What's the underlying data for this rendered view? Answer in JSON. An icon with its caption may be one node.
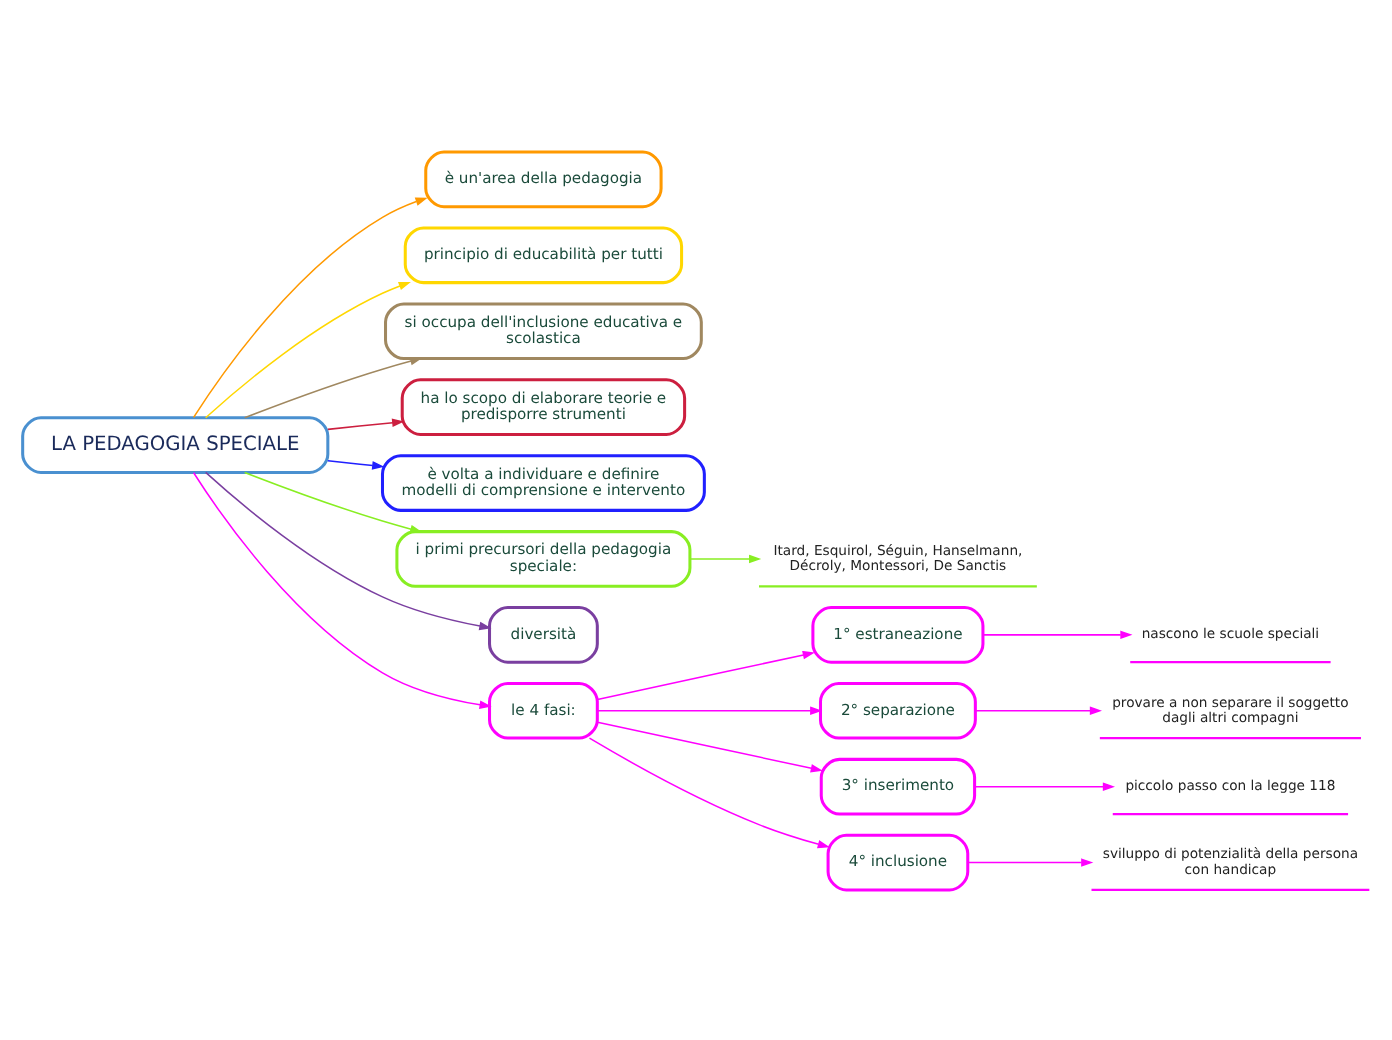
{
  "diagram": {
    "nodes": [
      {
        "text": [
          "LA PEDAGOGIA SPECIALE"
        ]
      },
      {
        "text": [
          "è un'area della pedagogia"
        ]
      },
      {
        "text": [
          "principio di educabilità per tutti"
        ]
      },
      {
        "text": [
          "si occupa dell'inclusione educativa e scolastica"
        ]
      },
      {
        "text": [
          "ha lo scopo di elaborare teorie e predisporre strumenti"
        ]
      },
      {
        "text": [
          "è volta a individuare e definire modelli di comprensione e intervento"
        ]
      },
      {
        "text": [
          "i primi precursori della pedagogia speciale:"
        ]
      },
      {
        "text": [
          "Itard, Esquirol, Séguin, Hanselmann, Décroly, Montessori, De Sanctis"
        ]
      },
      {
        "text": [
          "diversità"
        ]
      },
      {
        "text": [
          "le 4 fasi:"
        ]
      },
      {
        "text": [
          "1° estraneazione"
        ]
      },
      {
        "text": [
          "nascono le scuole speciali"
        ]
      },
      {
        "text": [
          "2° separazione"
        ]
      },
      {
        "text": [
          "provare a non separare il soggetto dagli altri compagni"
        ]
      },
      {
        "text": [
          "3° inserimento"
        ]
      },
      {
        "text": [
          "piccolo passo con la legge 118"
        ]
      },
      {
        "text": [
          "4° inclusione"
        ]
      },
      {
        "text": [
          "sviluppo di potenzialità della persona con handicap"
        ]
      }
    ],
    "edges": [
      {
        "from": 0,
        "to": 1,
        "arrow": "to",
        "color": "#ff9900"
      },
      {
        "from": 0,
        "to": 2,
        "arrow": "to",
        "color": "#ffd700"
      },
      {
        "from": 0,
        "to": 3,
        "arrow": "to",
        "color": "#a08860"
      },
      {
        "from": 0,
        "to": 4,
        "arrow": "to",
        "color": "#cc1f3f"
      },
      {
        "from": 0,
        "to": 5,
        "arrow": "to",
        "color": "#2020ff"
      },
      {
        "from": 0,
        "to": 6,
        "arrow": "to",
        "color": "#88ee22"
      },
      {
        "from": 6,
        "to": 7,
        "arrow": "to",
        "color": "#88ee22"
      },
      {
        "from": 0,
        "to": 8,
        "arrow": "to",
        "color": "#7a3fa0"
      },
      {
        "from": 0,
        "to": 9,
        "arrow": "to"
      },
      {
        "from": 9,
        "to": 10,
        "arrow": "to"
      },
      {
        "from": 10,
        "to": 11,
        "arrow": "to"
      },
      {
        "from": 9,
        "to": 12,
        "arrow": "to"
      },
      {
        "from": 12,
        "to": 13,
        "arrow": "to"
      },
      {
        "from": 9,
        "to": 14,
        "arrow": "to"
      },
      {
        "from": 14,
        "to": 15,
        "arrow": "to"
      },
      {
        "from": 9,
        "to": 16,
        "arrow": "to"
      },
      {
        "from": 16,
        "to": 17,
        "arrow": "to"
      }
    ]
  }
}
